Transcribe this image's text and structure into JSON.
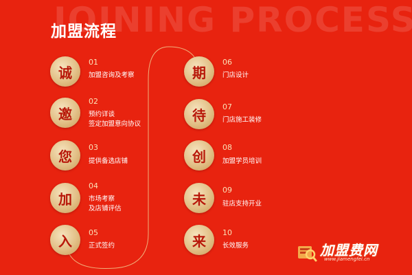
{
  "header": {
    "watermark": "JOINING PROCESS",
    "title": "加盟流程"
  },
  "steps": [
    {
      "char": "诚",
      "num": "01",
      "lines": [
        "加盟咨询及考察"
      ]
    },
    {
      "char": "邀",
      "num": "02",
      "lines": [
        "预约详谈",
        "签定加盟意向协议"
      ]
    },
    {
      "char": "您",
      "num": "03",
      "lines": [
        "提供备选店铺"
      ]
    },
    {
      "char": "加",
      "num": "04",
      "lines": [
        "市场考察",
        "及店铺评估"
      ]
    },
    {
      "char": "入",
      "num": "05",
      "lines": [
        "正式签约"
      ]
    },
    {
      "char": "期",
      "num": "06",
      "lines": [
        "门店设计"
      ]
    },
    {
      "char": "待",
      "num": "07",
      "lines": [
        "门店施工装修"
      ]
    },
    {
      "char": "创",
      "num": "08",
      "lines": [
        "加盟学员培训"
      ]
    },
    {
      "char": "未",
      "num": "09",
      "lines": [
        "驻店支持开业"
      ]
    },
    {
      "char": "来",
      "num": "10",
      "lines": [
        "长效服务"
      ]
    }
  ],
  "logo": {
    "text": "加盟费网",
    "url": "www.jiamengfei.cn"
  },
  "colors": {
    "background": "#e8230f",
    "circle_gold": "#e2bf86",
    "circle_text": "#b8180a",
    "number_text": "#fbe0b6",
    "connector": "#f2c98e"
  }
}
